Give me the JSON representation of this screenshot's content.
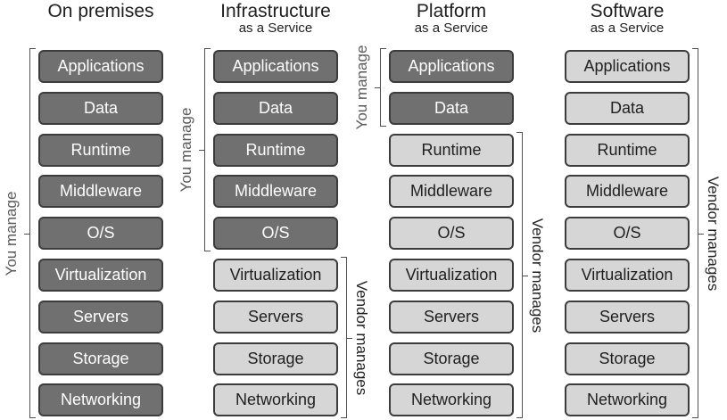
{
  "columns": [
    {
      "title": "On premises",
      "subtitle": "",
      "you_count": 9,
      "layers": [
        "Applications",
        "Data",
        "Runtime",
        "Middleware",
        "O/S",
        "Virtualization",
        "Servers",
        "Storage",
        "Networking"
      ],
      "you_label": "You manage",
      "vendor_label": ""
    },
    {
      "title": "Infrastructure",
      "subtitle": "as a Service",
      "you_count": 5,
      "layers": [
        "Applications",
        "Data",
        "Runtime",
        "Middleware",
        "O/S",
        "Virtualization",
        "Servers",
        "Storage",
        "Networking"
      ],
      "you_label": "You manage",
      "vendor_label": "Vendor manages"
    },
    {
      "title": "Platform",
      "subtitle": "as a Service",
      "you_count": 2,
      "layers": [
        "Applications",
        "Data",
        "Runtime",
        "Middleware",
        "O/S",
        "Virtualization",
        "Servers",
        "Storage",
        "Networking"
      ],
      "you_label": "You manage",
      "vendor_label": "Vendor manages"
    },
    {
      "title": "Software",
      "subtitle": "as a Service",
      "you_count": 0,
      "layers": [
        "Applications",
        "Data",
        "Runtime",
        "Middleware",
        "O/S",
        "Virtualization",
        "Servers",
        "Storage",
        "Networking"
      ],
      "you_label": "",
      "vendor_label": "Vendor manages"
    }
  ],
  "colors": {
    "you_manage_fill": "#707070",
    "vendor_manages_fill": "#d6d6d6",
    "outline": "#3c3c3c"
  }
}
